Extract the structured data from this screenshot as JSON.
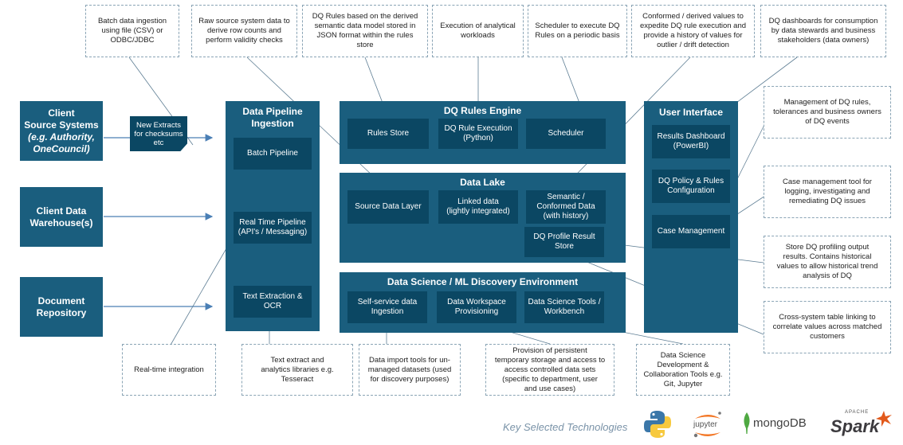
{
  "sources": [
    {
      "title": "Client\nSource Systems",
      "sub": "(e.g. Authority,\nOneCouncil)"
    },
    {
      "title": "Client Data\nWarehouse(s)",
      "sub": ""
    },
    {
      "title": "Document\nRepository",
      "sub": ""
    }
  ],
  "new_extracts": "New Extracts\nfor checksums\netc",
  "pipeline": {
    "title": "Data Pipeline\nIngestion",
    "items": [
      "Batch Pipeline",
      "Real Time Pipeline\n(API's / Messaging)",
      "Text Extraction &\nOCR"
    ]
  },
  "dq_engine": {
    "title": "DQ Rules Engine",
    "items": [
      "Rules Store",
      "DQ Rule Execution\n(Python)",
      "Scheduler"
    ]
  },
  "data_lake": {
    "title": "Data Lake",
    "items": [
      "Source Data Layer",
      "Linked data\n(lightly integrated)",
      "Semantic /\nConformed Data\n(with history)",
      "DQ Profile Result\nStore"
    ]
  },
  "data_science": {
    "title": "Data Science / ML Discovery Environment",
    "items": [
      "Self-service data\nIngestion",
      "Data Workspace\nProvisioning",
      "Data Science Tools /\nWorkbench"
    ]
  },
  "user_interface": {
    "title": "User Interface",
    "items": [
      "Results Dashboard\n(PowerBI)",
      "DQ Policy & Rules\nConfiguration",
      "Case Management"
    ]
  },
  "top_notes": [
    "Batch data ingestion\nusing file (CSV) or\nODBC/JDBC",
    "Raw source system data to\nderive row counts and\nperform validity checks",
    "DQ Rules based on the derived\nsemantic data model stored in\nJSON format within the rules\nstore",
    "Execution of analytical\nworkloads",
    "Scheduler to execute DQ\nRules on a periodic basis",
    "Conformed / derived values to\nexpedite DQ rule execution and\nprovide a history of values for\noutlier / drift detection",
    "DQ dashboards for consumption\nby data stewards and business\nstakeholders (data owners)"
  ],
  "right_notes": [
    "Management of DQ rules,\ntolerances and business owners\nof DQ events",
    "Case management tool for\nlogging, investigating and\nremediating DQ issues",
    "Store DQ profiling output\nresults. Contains historical\nvalues to allow historical trend\nanalysis of DQ",
    "Cross-system table linking to\ncorrelate values across matched\ncustomers"
  ],
  "bottom_notes": [
    "Real-time integration",
    "Text extract and\nanalytics libraries e.g.\nTesseract",
    "Data import tools for un-\nmanaged datasets (used\nfor discovery purposes)",
    "Provision of persistent\ntemporary storage and access to\naccess controlled data sets\n(specific to department, user\nand use cases)",
    "Data Science\nDevelopment &\nCollaboration Tools e.g.\nGit, Jupyter"
  ],
  "key_technologies": {
    "label": "Key Selected Technologies",
    "logos": [
      "jupyter",
      "mongoDB",
      "APACHE",
      "Spark"
    ]
  },
  "colors": {
    "panel": "#1a5e7e",
    "inner": "#0b4763",
    "note_border": "#8aa4b5",
    "arrow": "#4a7fb5"
  }
}
